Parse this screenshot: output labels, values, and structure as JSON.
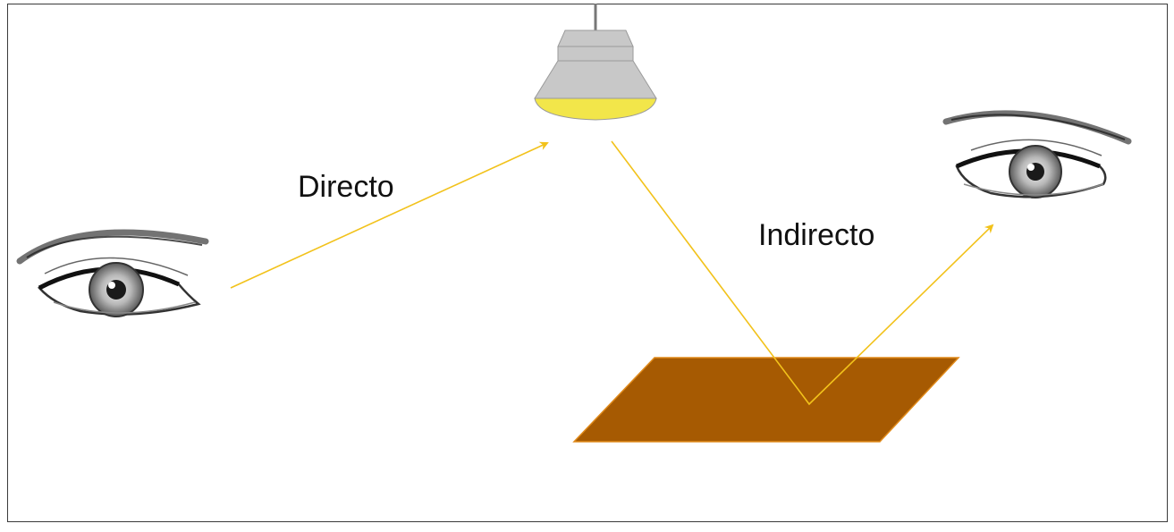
{
  "labels": {
    "direct": "Directo",
    "indirect": "Indirecto"
  },
  "icons": {
    "left_eye": "eye-icon",
    "right_eye": "eye-icon",
    "lamp": "ceiling-lamp-icon",
    "surface": "reflective-surface"
  },
  "colors": {
    "ray": "#f2c21b",
    "lamp_body": "#c8c8c8",
    "lamp_outline": "#9a9a9a",
    "lamp_glow": "#f2e64a",
    "surface": "#a65a02",
    "surface_edge": "#e08a1a",
    "cord": "#777777"
  }
}
